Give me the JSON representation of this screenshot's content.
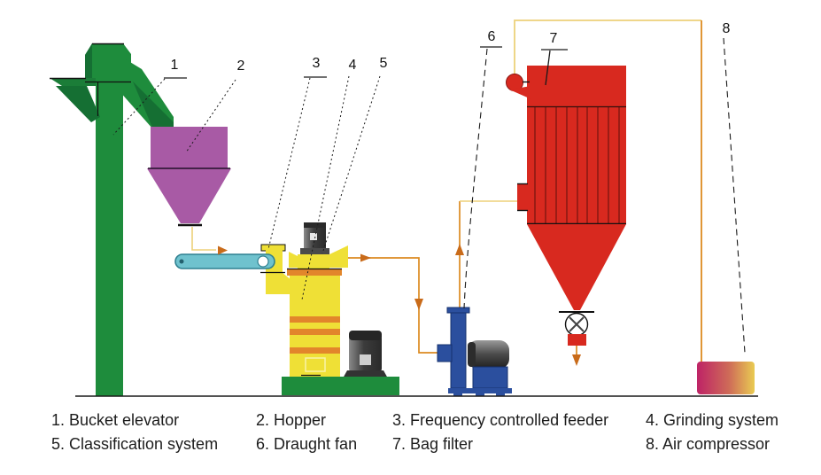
{
  "legend": {
    "items": [
      {
        "label": "1. Bucket elevator"
      },
      {
        "label": "2. Hopper"
      },
      {
        "label": "3. Frequency controlled feeder"
      },
      {
        "label": "4. Grinding system"
      },
      {
        "label": "5. Classification system"
      },
      {
        "label": "6. Draught fan"
      },
      {
        "label": "7. Bag filter"
      },
      {
        "label": "8. Air compressor"
      }
    ]
  },
  "callouts": [
    "1",
    "2",
    "3",
    "4",
    "5",
    "6",
    "7",
    "8"
  ],
  "components": {
    "bucket_elevator": {
      "name": "Bucket elevator",
      "color": "#1E8C3C"
    },
    "hopper": {
      "name": "Hopper",
      "color": "#A85AA5"
    },
    "frequency_controlled_feeder": {
      "name": "Frequency controlled feeder",
      "color": "#6FC2CE"
    },
    "grinding_system": {
      "name": "Grinding system",
      "color": "#EFE036"
    },
    "classification_system": {
      "name": "Classification system",
      "color": "#EFE036"
    },
    "draught_fan": {
      "name": "Draught fan",
      "color": "#2B4F9E"
    },
    "bag_filter": {
      "name": "Bag filter",
      "color": "#D8291F"
    },
    "air_compressor": {
      "name": "Air compressor",
      "color_left": "#BE2366",
      "color_right": "#E9CB52"
    }
  },
  "colors": {
    "pipe_orange": "#DC8A20",
    "pipe_gold": "#EDD17A",
    "arrow_orange": "#C96B1A",
    "flange_orange": "#E2862B",
    "base_green": "#1E8C3C",
    "text": "#1c1c1c"
  }
}
